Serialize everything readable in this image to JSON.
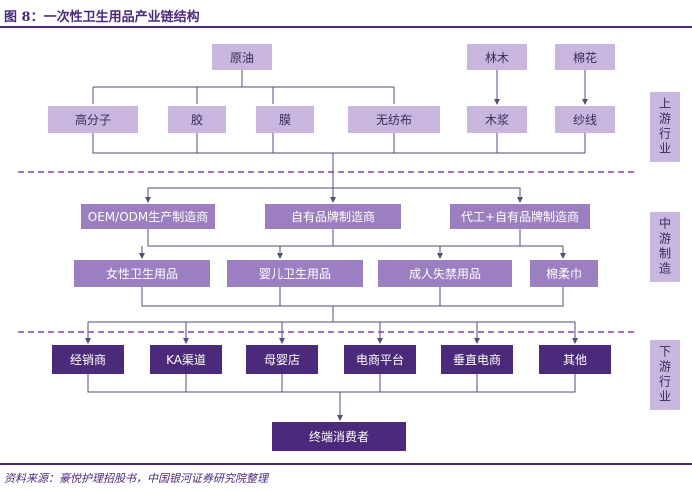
{
  "title": "图 8：一次性卫生用品产业链结构",
  "upstream": {
    "raw": [
      "原油",
      "林木",
      "棉花"
    ],
    "materials": [
      "高分子",
      "胶",
      "膜",
      "无纺布",
      "木浆",
      "纱线"
    ]
  },
  "midstream": {
    "makers": [
      "OEM/ODM生产制造商",
      "自有品牌制造商",
      "代工+自有品牌制造商"
    ],
    "products": [
      "女性卫生用品",
      "婴儿卫生用品",
      "成人失禁用品",
      "棉柔巾"
    ]
  },
  "downstream": {
    "channels": [
      "经销商",
      "KA渠道",
      "母婴店",
      "电商平台",
      "垂直电商",
      "其他"
    ],
    "consumer": "终端消费者"
  },
  "stages": [
    "上游行业",
    "中游制造",
    "下游行业"
  ],
  "source": "资料来源：豪悦护理招股书，中国银河证券研究院整理",
  "colors": {
    "accent": "#4b2a7b",
    "mid": "#9b7fc0",
    "light": "#c8b6de",
    "dash": "#8a3fb0"
  }
}
